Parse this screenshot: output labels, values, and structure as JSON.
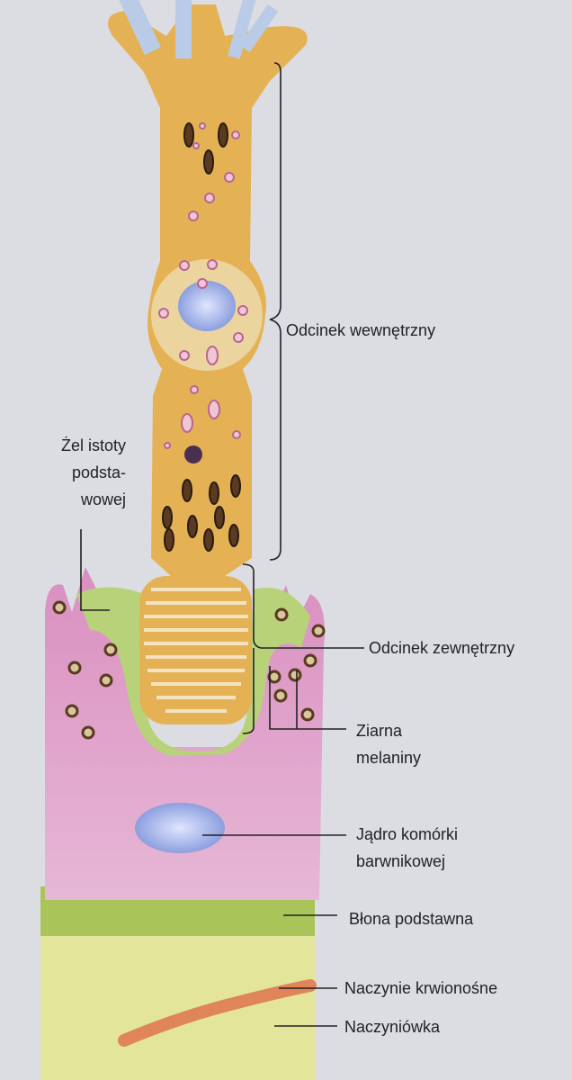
{
  "labels": {
    "inner_segment": "Odcinek wewnętrzny",
    "outer_segment": "Odcinek zewnętrzny",
    "ground_substance_gel": [
      "Żel istoty",
      "podsta-",
      "wowej"
    ],
    "melanin_granules": [
      "Ziarna",
      "melaniny"
    ],
    "pigment_cell_nucleus": [
      "Jądro komórki",
      "barwnikowej"
    ],
    "basement_membrane": "Błona podstawna",
    "blood_vessel": "Naczynie krwionośne",
    "choroid": "Naczyniówka"
  },
  "colors": {
    "photoreceptor": "#e4b255",
    "pigment_cell": "#d98fc0",
    "gel": "#b8d27a",
    "basement_membrane": "#a9c55a",
    "choroid": "#e2e59a",
    "nucleus": "#8aa0e0",
    "vessel": "#e0845a",
    "melanin": "#5a3a20"
  }
}
